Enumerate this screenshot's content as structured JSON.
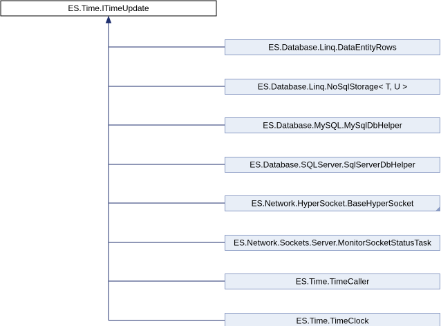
{
  "diagram": {
    "base": {
      "label": "ES.Time.ITimeUpdate"
    },
    "derived": [
      {
        "label": "ES.Database.Linq.DataEntityRows",
        "truncated_marker": false
      },
      {
        "label": "ES.Database.Linq.NoSqlStorage< T, U >",
        "truncated_marker": false
      },
      {
        "label": "ES.Database.MySQL.MySqlDbHelper",
        "truncated_marker": false
      },
      {
        "label": "ES.Database.SQLServer.SqlServerDbHelper",
        "truncated_marker": false
      },
      {
        "label": "ES.Network.HyperSocket.BaseHyperSocket",
        "truncated_marker": true
      },
      {
        "label": "ES.Network.Sockets.Server.MonitorSocketStatusTask",
        "truncated_marker": false
      },
      {
        "label": "ES.Time.TimeCaller",
        "truncated_marker": false
      },
      {
        "label": "ES.Time.TimeClock",
        "truncated_marker": false
      }
    ],
    "colors": {
      "base_fill": "#ffffff",
      "base_stroke": "#000000",
      "node_fill": "#e8eef7",
      "node_stroke": "#8a9bc4",
      "edge": "#1f2f6e",
      "arrow": "#1f2f6e",
      "marker": "#8a9bc4"
    }
  }
}
